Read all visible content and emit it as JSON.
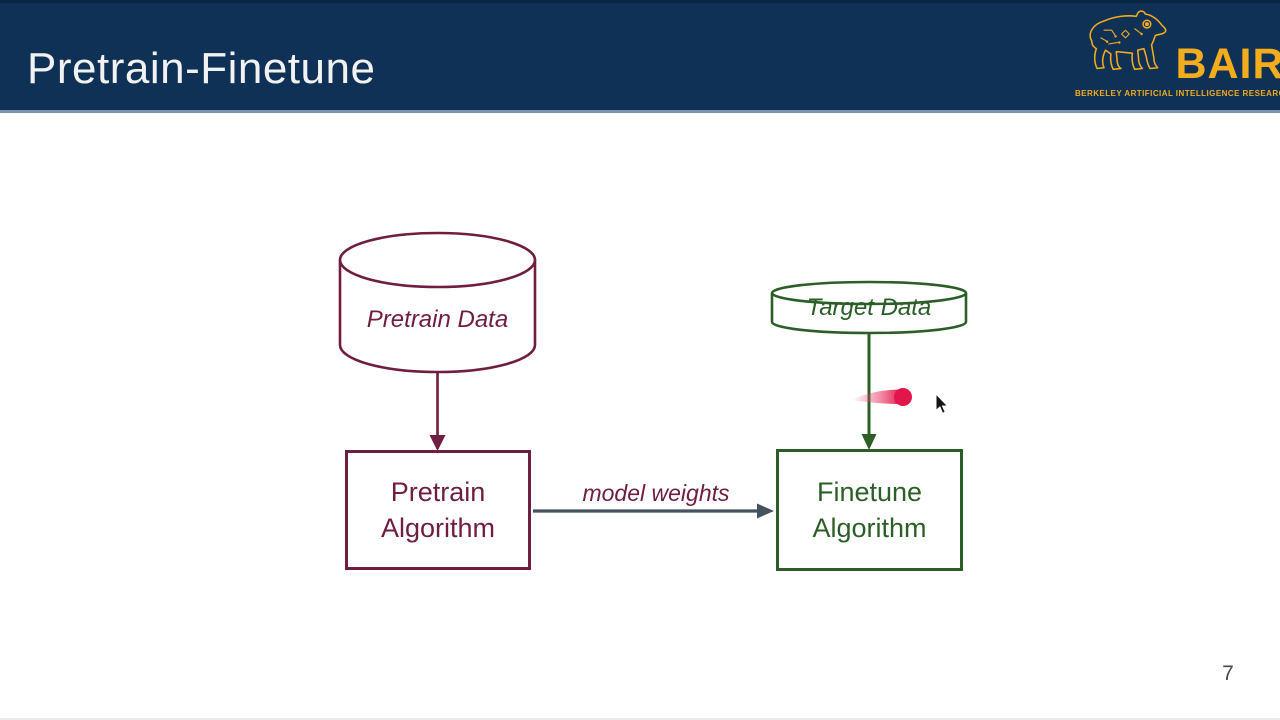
{
  "slide": {
    "title": "Pretrain-Finetune",
    "page_number": "7"
  },
  "logo": {
    "acronym": "BAIR",
    "subtitle": "BERKELEY ARTIFICIAL INTELLIGENCE RESEARCH",
    "icon": "circuit-bear-icon",
    "gold": "#f3ac1b",
    "background": "#0f3156"
  },
  "diagram": {
    "nodes": [
      {
        "id": "pretrain-data",
        "type": "cylinder",
        "label": "Pretrain Data",
        "color": "#6f1d41"
      },
      {
        "id": "target-data",
        "type": "cylinder",
        "label": "Target Data",
        "color": "#2c5e28"
      },
      {
        "id": "pretrain-algorithm",
        "type": "box",
        "line1": "Pretrain",
        "line2": "Algorithm",
        "color": "#6f1d41"
      },
      {
        "id": "finetune-algorithm",
        "type": "box",
        "line1": "Finetune",
        "line2": "Algorithm",
        "color": "#2c5e28"
      }
    ],
    "edges": [
      {
        "from": "pretrain-data",
        "to": "pretrain-algorithm",
        "label": "",
        "color": "#6f1d41"
      },
      {
        "from": "pretrain-algorithm",
        "to": "finetune-algorithm",
        "label": "model weights",
        "color": "#46525e"
      },
      {
        "from": "target-data",
        "to": "finetune-algorithm",
        "label": "",
        "color": "#2c5e28"
      }
    ]
  },
  "pointer": {
    "laser_icon": "laser-pointer",
    "laser_color": "#e2164b",
    "cursor_icon": "arrow-cursor"
  },
  "colors": {
    "header_navy": "#0f3156",
    "title_text": "#f2f2f2",
    "maroon": "#6f1d41",
    "green": "#2c5e28",
    "arrow_slate": "#46525e"
  }
}
